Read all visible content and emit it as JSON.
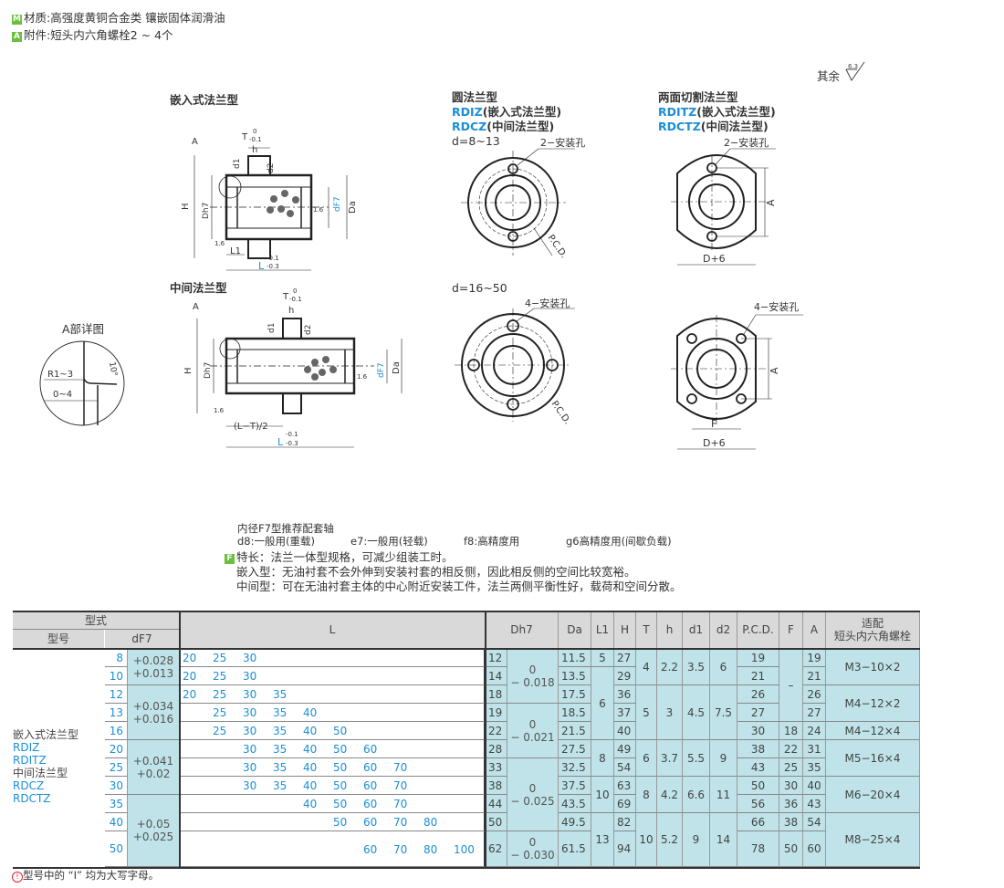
{
  "header": {
    "material_badge": "M",
    "material": "材质:高强度黄铜合金类 镶嵌固体润滑油",
    "accessory_badge": "A",
    "accessory": "附件:短头内六角螺栓2 ~ 4个",
    "roughness_label": "其余",
    "roughness_value": "6.3"
  },
  "drawings": {
    "embedded": {
      "title": "嵌入式法兰型",
      "A": "A",
      "T": "T",
      "T_tol_up": "0",
      "T_tol_lo": "-0.1",
      "h": "h",
      "d1": "d1",
      "d2": "d2",
      "H": "H",
      "Dh7": "Dh7",
      "dF7": "dF7",
      "Da": "Da",
      "r16": "1.6",
      "L1": "L1",
      "L": "L",
      "L_tol_up": "-0.1",
      "L_tol_lo": "-0.3"
    },
    "middle": {
      "title": "中间法兰型",
      "A": "A",
      "T": "T",
      "T_tol_up": "0",
      "T_tol_lo": "-0.1",
      "h": "h",
      "d1": "d1",
      "d2": "d2",
      "H": "H",
      "Dh7": "Dh7",
      "dF7": "dF7",
      "Da": "Da",
      "r16": "1.6",
      "LT": "(L−T)/2",
      "L": "L",
      "L_tol_up": "-0.1",
      "L_tol_lo": "-0.3"
    },
    "detail": {
      "title": "A部详图",
      "r": "R1~3",
      "gap": "0~4",
      "angle": "10°"
    },
    "round": {
      "title": "圆法兰型",
      "code1": "RDIZ",
      "code1_note": "(嵌入式法兰型)",
      "code2": "RDCZ",
      "code2_note": "(中间法兰型)",
      "range1": "d=8~13",
      "holes1": "2−安装孔",
      "pcd": "P.C.D.",
      "range2": "d=16~50",
      "holes2": "4−安装孔"
    },
    "cut": {
      "title": "两面切割法兰型",
      "code1": "RDITZ",
      "code1_note": "(嵌入式法兰型)",
      "code2": "RDCTZ",
      "code2_note": "(中间法兰型)",
      "holes1": "2−安装孔",
      "A": "A",
      "D6": "D+6",
      "holes2": "4−安装孔",
      "F": "F"
    }
  },
  "notes": {
    "shaft_title": "内径F7型推荐配套轴",
    "shafts": [
      "d8:一般用(重载)",
      "e7:一般用(轻载)",
      "f8:高精度用",
      "g6高精度用(间歇负载)"
    ],
    "feature_badge": "F",
    "feature": "特长：法兰一体型规格，可减少组装工时。",
    "embedded": "嵌入型：无油衬套不会外伸到安装衬套的相反侧，因此相反侧的空间比较宽裕。",
    "middle": "中间型：可在无油衬套主体的中心附近安装工件，法兰两侧平衡性好，载荷和空间分散。"
  },
  "table": {
    "headers": {
      "type": "型式",
      "model": "型号",
      "dF7": "dF7",
      "L": "L",
      "Dh7": "Dh7",
      "Da": "Da",
      "L1": "L1",
      "H": "H",
      "T": "T",
      "h": "h",
      "d1": "d1",
      "d2": "d2",
      "PCD": "P.C.D.",
      "F": "F",
      "A": "A",
      "bolt": "适配\n短头内六角螺栓"
    },
    "models": {
      "embedded": "嵌入式法兰型",
      "embedded_codes": [
        "RDIZ",
        "RDITZ"
      ],
      "middle": "中间法兰型",
      "middle_codes": [
        "RDCZ",
        "RDCTZ"
      ]
    },
    "d": [
      "8",
      "10",
      "12",
      "13",
      "16",
      "20",
      "25",
      "30",
      "35",
      "40",
      "50"
    ],
    "d_tol": [
      {
        "rows": [
          0,
          1
        ],
        "v": "+0.028\n+0.013"
      },
      {
        "rows": [
          2,
          4
        ],
        "v": "+0.034\n+0.016"
      },
      {
        "rows": [
          5,
          7
        ],
        "v": "+0.041\n+0.02"
      },
      {
        "rows": [
          8,
          10
        ],
        "v": "+0.05\n+0.025"
      }
    ],
    "L_columns": [
      "20",
      "25",
      "30",
      "35",
      "40",
      "50",
      "60",
      "70",
      "80",
      "100"
    ],
    "L": [
      [
        "20",
        "25",
        "30"
      ],
      [
        "20",
        "25",
        "30"
      ],
      [
        "20",
        "25",
        "30",
        "35"
      ],
      [
        "25",
        "30",
        "35",
        "40"
      ],
      [
        "25",
        "30",
        "35",
        "40",
        "50"
      ],
      [
        "30",
        "35",
        "40",
        "50",
        "60"
      ],
      [
        "30",
        "35",
        "40",
        "50",
        "60",
        "70"
      ],
      [
        "30",
        "35",
        "40",
        "50",
        "60",
        "70"
      ],
      [
        "40",
        "50",
        "60",
        "70"
      ],
      [
        "50",
        "60",
        "70",
        "80"
      ],
      [
        "60",
        "70",
        "80",
        "100"
      ]
    ],
    "D": [
      "12",
      "14",
      "18",
      "19",
      "22",
      "28",
      "33",
      "38",
      "44",
      "50",
      "62"
    ],
    "D_tol": [
      {
        "rows": [
          0,
          2
        ],
        "v": "0\n− 0.018"
      },
      {
        "rows": [
          3,
          5
        ],
        "v": "0\n− 0.021"
      },
      {
        "rows": [
          6,
          9
        ],
        "v": "0\n− 0.025"
      },
      {
        "rows": [
          10,
          10
        ],
        "v": "0\n− 0.030"
      }
    ],
    "Da": [
      "11.5",
      "13.5",
      "17.5",
      "18.5",
      "21.5",
      "27.5",
      "32.5",
      "37.5",
      "43.5",
      "49.5",
      "61.5"
    ],
    "L1": [
      {
        "rows": [
          0,
          0
        ],
        "v": "5"
      },
      {
        "rows": [
          1,
          4
        ],
        "v": "6"
      },
      {
        "rows": [
          5,
          6
        ],
        "v": "8"
      },
      {
        "rows": [
          7,
          8
        ],
        "v": "10"
      },
      {
        "rows": [
          9,
          10
        ],
        "v": "13"
      }
    ],
    "H": [
      "27",
      "29",
      "36",
      "37",
      "40",
      "49",
      "54",
      "63",
      "69",
      "82",
      "94"
    ],
    "T": [
      {
        "rows": [
          0,
          1
        ],
        "v": "4"
      },
      {
        "rows": [
          2,
          4
        ],
        "v": "5"
      },
      {
        "rows": [
          5,
          6
        ],
        "v": "6"
      },
      {
        "rows": [
          7,
          8
        ],
        "v": "8"
      },
      {
        "rows": [
          9,
          10
        ],
        "v": "10"
      }
    ],
    "h": [
      {
        "rows": [
          0,
          1
        ],
        "v": "2.2"
      },
      {
        "rows": [
          2,
          4
        ],
        "v": "3"
      },
      {
        "rows": [
          5,
          6
        ],
        "v": "3.7"
      },
      {
        "rows": [
          7,
          8
        ],
        "v": "4.2"
      },
      {
        "rows": [
          9,
          10
        ],
        "v": "5.2"
      }
    ],
    "d1": [
      {
        "rows": [
          0,
          1
        ],
        "v": "3.5"
      },
      {
        "rows": [
          2,
          4
        ],
        "v": "4.5"
      },
      {
        "rows": [
          5,
          6
        ],
        "v": "5.5"
      },
      {
        "rows": [
          7,
          8
        ],
        "v": "6.6"
      },
      {
        "rows": [
          9,
          10
        ],
        "v": "9"
      }
    ],
    "d2": [
      {
        "rows": [
          0,
          1
        ],
        "v": "6"
      },
      {
        "rows": [
          2,
          4
        ],
        "v": "7.5"
      },
      {
        "rows": [
          5,
          6
        ],
        "v": "9"
      },
      {
        "rows": [
          7,
          8
        ],
        "v": "11"
      },
      {
        "rows": [
          9,
          10
        ],
        "v": "14"
      }
    ],
    "PCD": [
      "19",
      "21",
      "26",
      "27",
      "30",
      "38",
      "43",
      "50",
      "56",
      "66",
      "78"
    ],
    "F": [
      {
        "rows": [
          0,
          3
        ],
        "v": "–"
      },
      {
        "rows": [
          4,
          4
        ],
        "v": "18"
      },
      {
        "rows": [
          5,
          5
        ],
        "v": "22"
      },
      {
        "rows": [
          6,
          6
        ],
        "v": "25"
      },
      {
        "rows": [
          7,
          7
        ],
        "v": "30"
      },
      {
        "rows": [
          8,
          8
        ],
        "v": "36"
      },
      {
        "rows": [
          9,
          9
        ],
        "v": "38"
      },
      {
        "rows": [
          10,
          10
        ],
        "v": "50"
      }
    ],
    "A": [
      "19",
      "21",
      "26",
      "27",
      "24",
      "31",
      "35",
      "40",
      "43",
      "54",
      "60"
    ],
    "bolt": [
      {
        "rows": [
          0,
          1
        ],
        "v": "M3−10×2"
      },
      {
        "rows": [
          2,
          3
        ],
        "v": "M4−12×2"
      },
      {
        "rows": [
          4,
          4
        ],
        "v": "M4−12×4"
      },
      {
        "rows": [
          5,
          6
        ],
        "v": "M5−16×4"
      },
      {
        "rows": [
          7,
          8
        ],
        "v": "M6−20×4"
      },
      {
        "rows": [
          9,
          10
        ],
        "v": "M8−25×4"
      }
    ],
    "footnote_icon": "!",
    "footnote": "型号中的 “I” 均为大写字母。"
  },
  "colors": {
    "accent": "#1a8fd6",
    "cyan": "#bfe3e8",
    "header": "#d9d9d9",
    "badge": "#6cbf3c"
  }
}
